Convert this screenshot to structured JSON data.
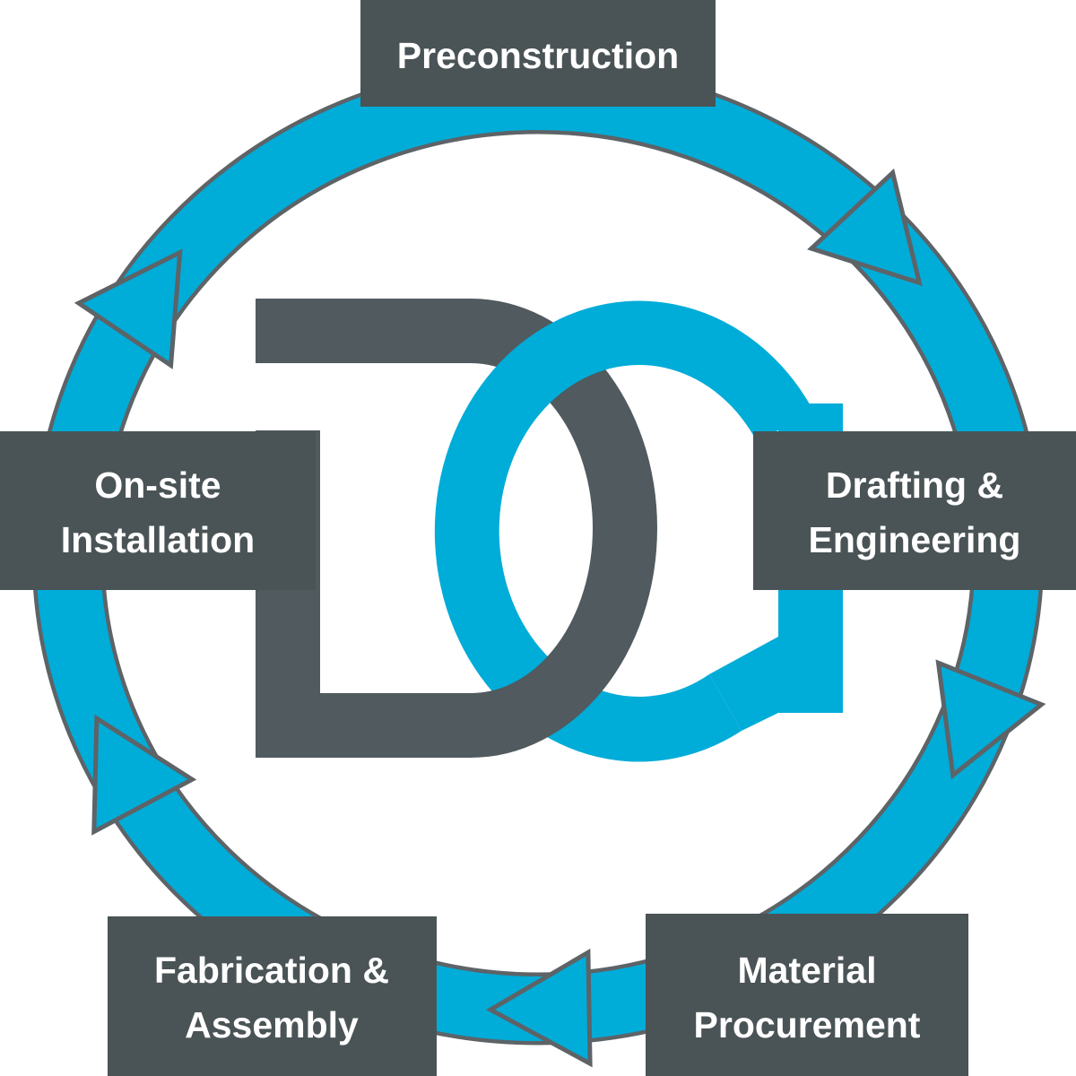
{
  "title": "DG construction process cycle diagram",
  "logo": {
    "monogram": "DG",
    "letter_d": "D",
    "letter_g": "G"
  },
  "cycle": {
    "direction": "clockwise",
    "arrowhead_count": 5
  },
  "colors": {
    "cycle_blue": "#00ACD8",
    "box_slate": "#4A5356",
    "logo_gray": "#515A5E",
    "outline_gray": "#5D6367",
    "label_text": "#FFFFFF",
    "background": "#FFFFFF"
  },
  "stages": [
    {
      "name": "Preconstruction",
      "position": "top",
      "lines": [
        "Preconstruction"
      ]
    },
    {
      "name": "Drafting & Engineering",
      "position": "right",
      "lines": [
        "Drafting &",
        "Engineering"
      ]
    },
    {
      "name": "Material Procurement",
      "position": "bottom-right",
      "lines": [
        "Material",
        "Procurement"
      ]
    },
    {
      "name": "Fabrication & Assembly",
      "position": "bottom-left",
      "lines": [
        "Fabrication &",
        "Assembly"
      ]
    },
    {
      "name": "On-site Installation",
      "position": "left",
      "lines": [
        "On-site",
        "Installation"
      ]
    }
  ]
}
